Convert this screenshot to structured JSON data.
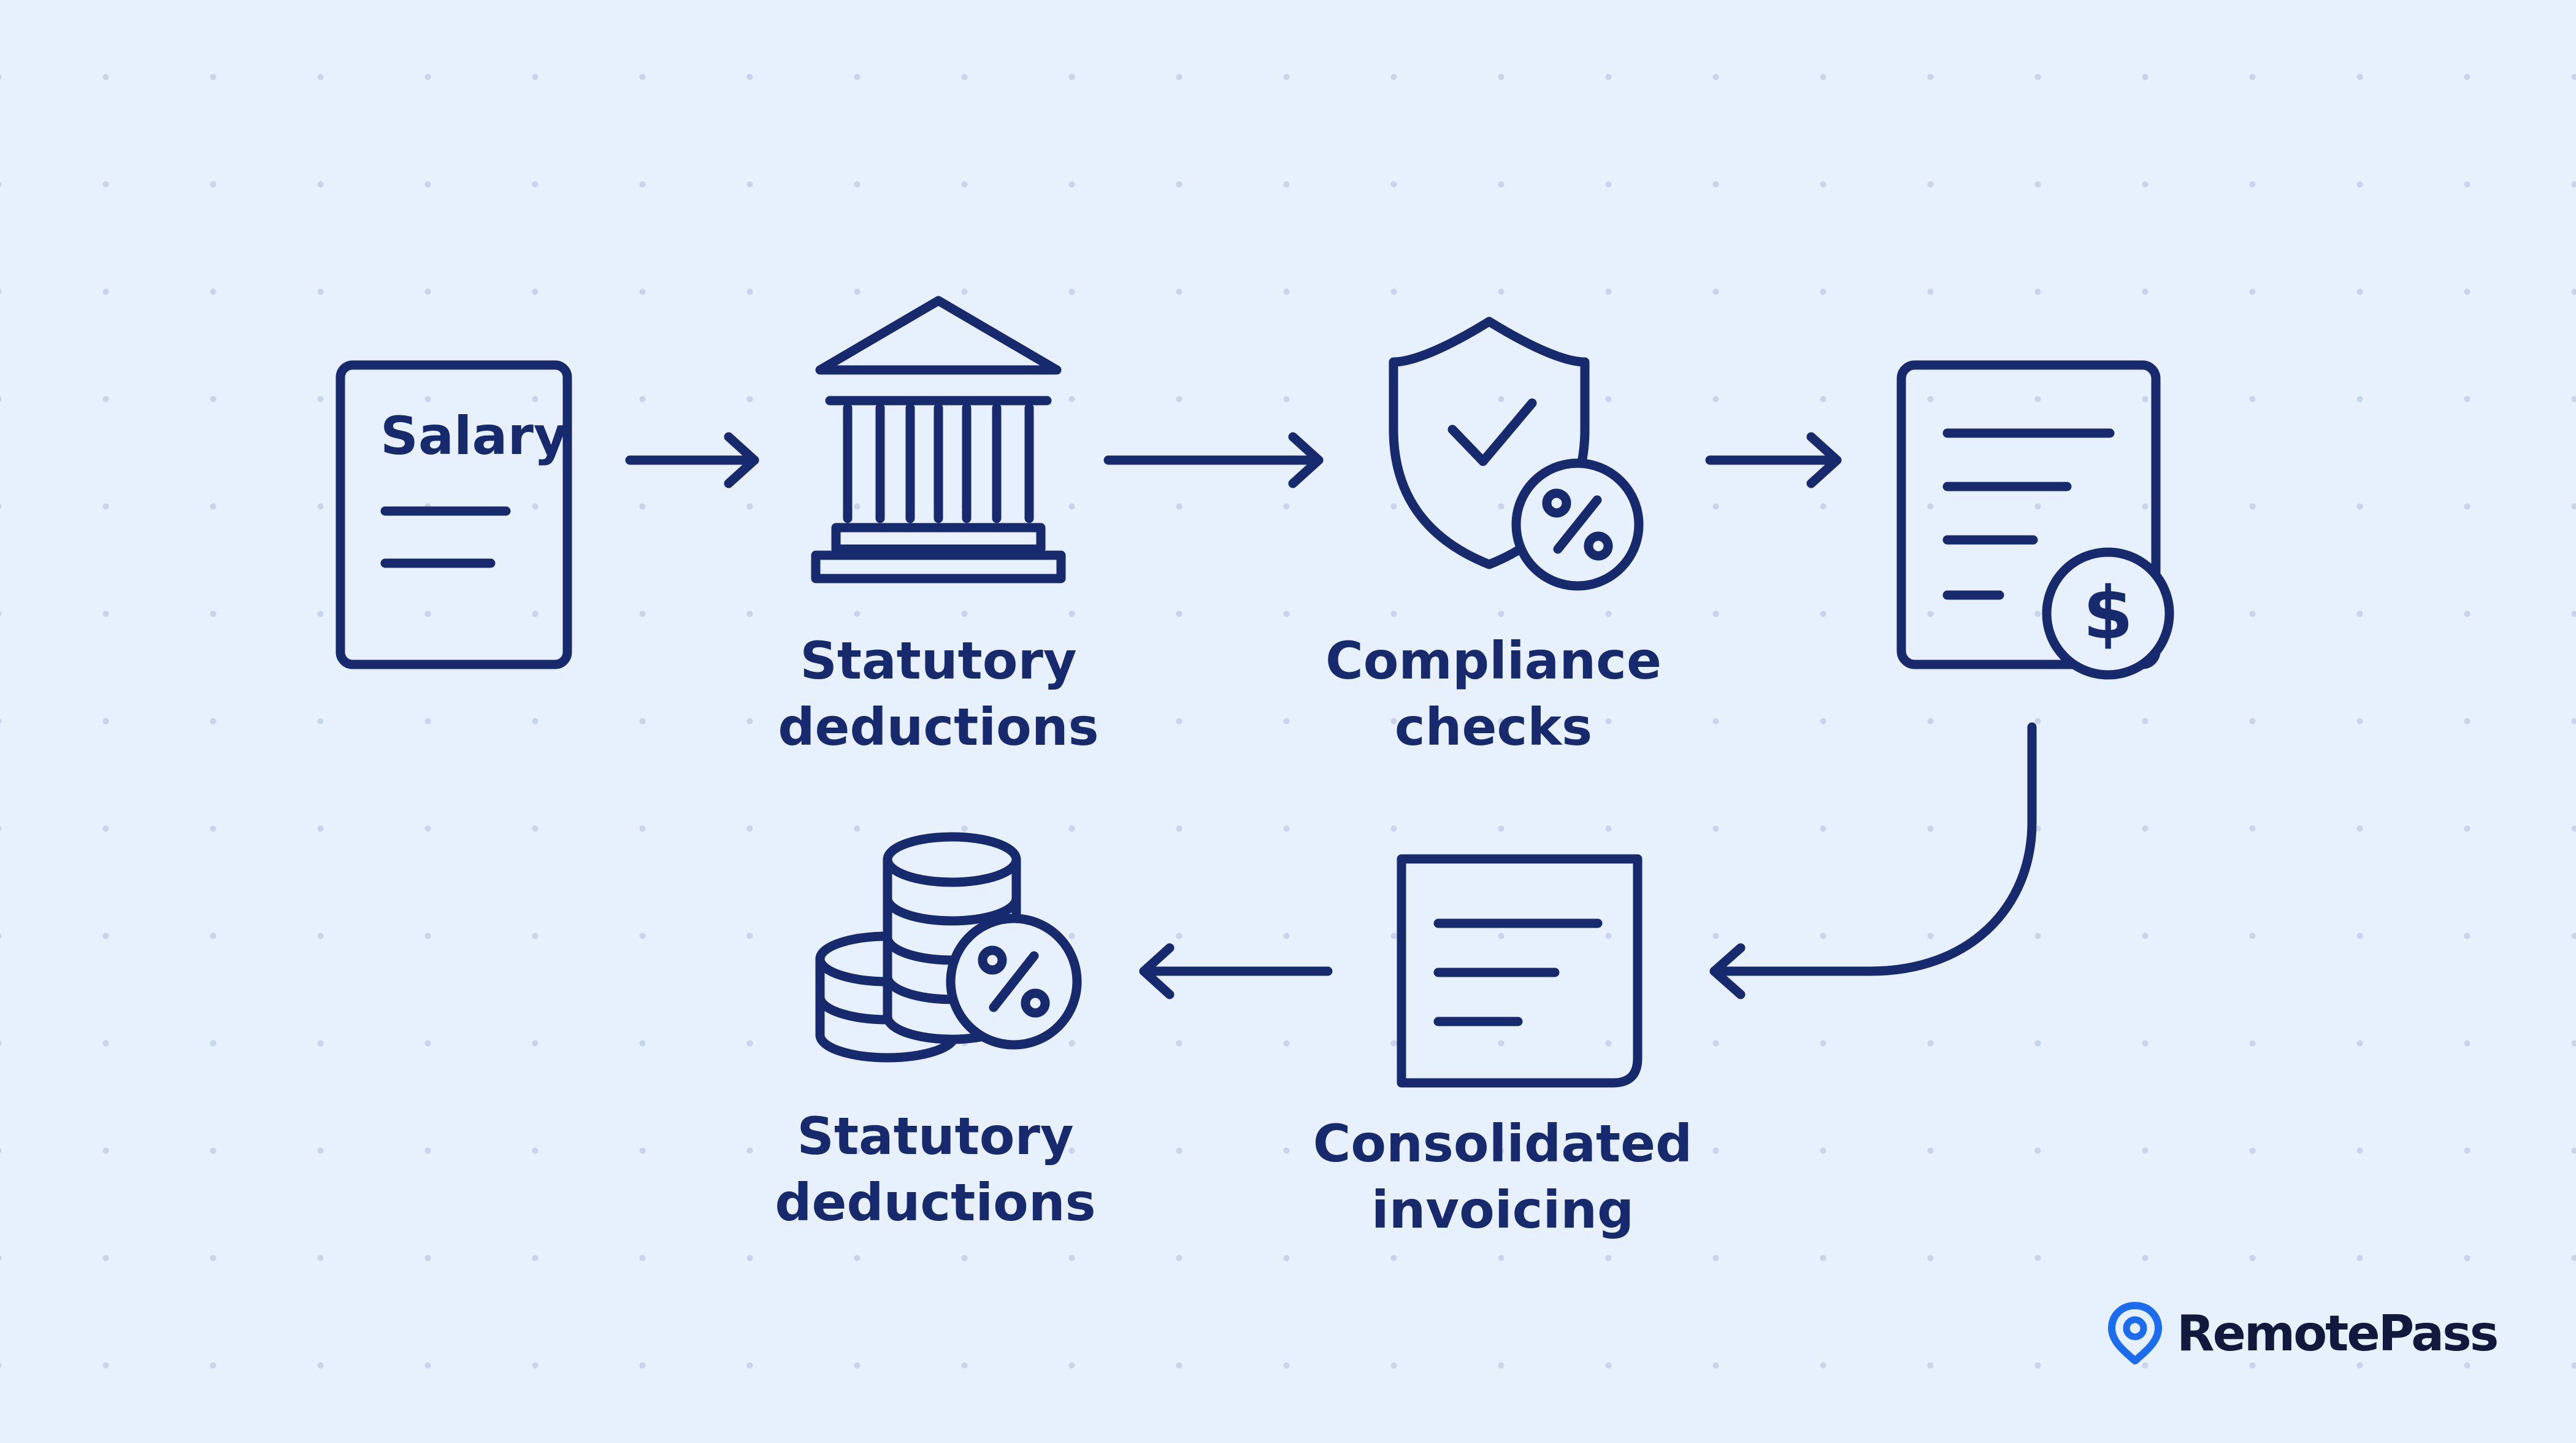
{
  "diagram": {
    "steps": [
      {
        "id": "salary",
        "icon": "salary-document-icon",
        "icon_text": "Salary",
        "label_lines": []
      },
      {
        "id": "statutory-deductions",
        "icon": "bank-building-icon",
        "label_lines": [
          "Statutory",
          "deductions"
        ]
      },
      {
        "id": "compliance-checks",
        "icon": "shield-check-percent-icon",
        "label_lines": [
          "Compliance",
          "checks"
        ]
      },
      {
        "id": "invoice",
        "icon": "invoice-dollar-icon",
        "label_lines": []
      },
      {
        "id": "consolidated-invoicing",
        "icon": "document-lines-icon",
        "label_lines": [
          "Consolidated",
          "invoicing"
        ]
      },
      {
        "id": "statutory-deductions-final",
        "icon": "coins-percent-icon",
        "label_lines": [
          "Statutory",
          "deductions"
        ]
      }
    ],
    "connectors": [
      {
        "from": "salary",
        "to": "statutory-deductions",
        "direction": "right"
      },
      {
        "from": "statutory-deductions",
        "to": "compliance-checks",
        "direction": "right"
      },
      {
        "from": "compliance-checks",
        "to": "invoice",
        "direction": "right"
      },
      {
        "from": "invoice",
        "to": "consolidated-invoicing",
        "direction": "down-left"
      },
      {
        "from": "consolidated-invoicing",
        "to": "statutory-deductions-final",
        "direction": "left"
      }
    ]
  },
  "brand": {
    "name": "RemotePass",
    "icon": "location-pin-icon",
    "accent_color": "#1a6cf0"
  },
  "colors": {
    "ink": "#172a6e",
    "background": "#e7f0fd",
    "grid_dot": "#c7d4ea"
  }
}
